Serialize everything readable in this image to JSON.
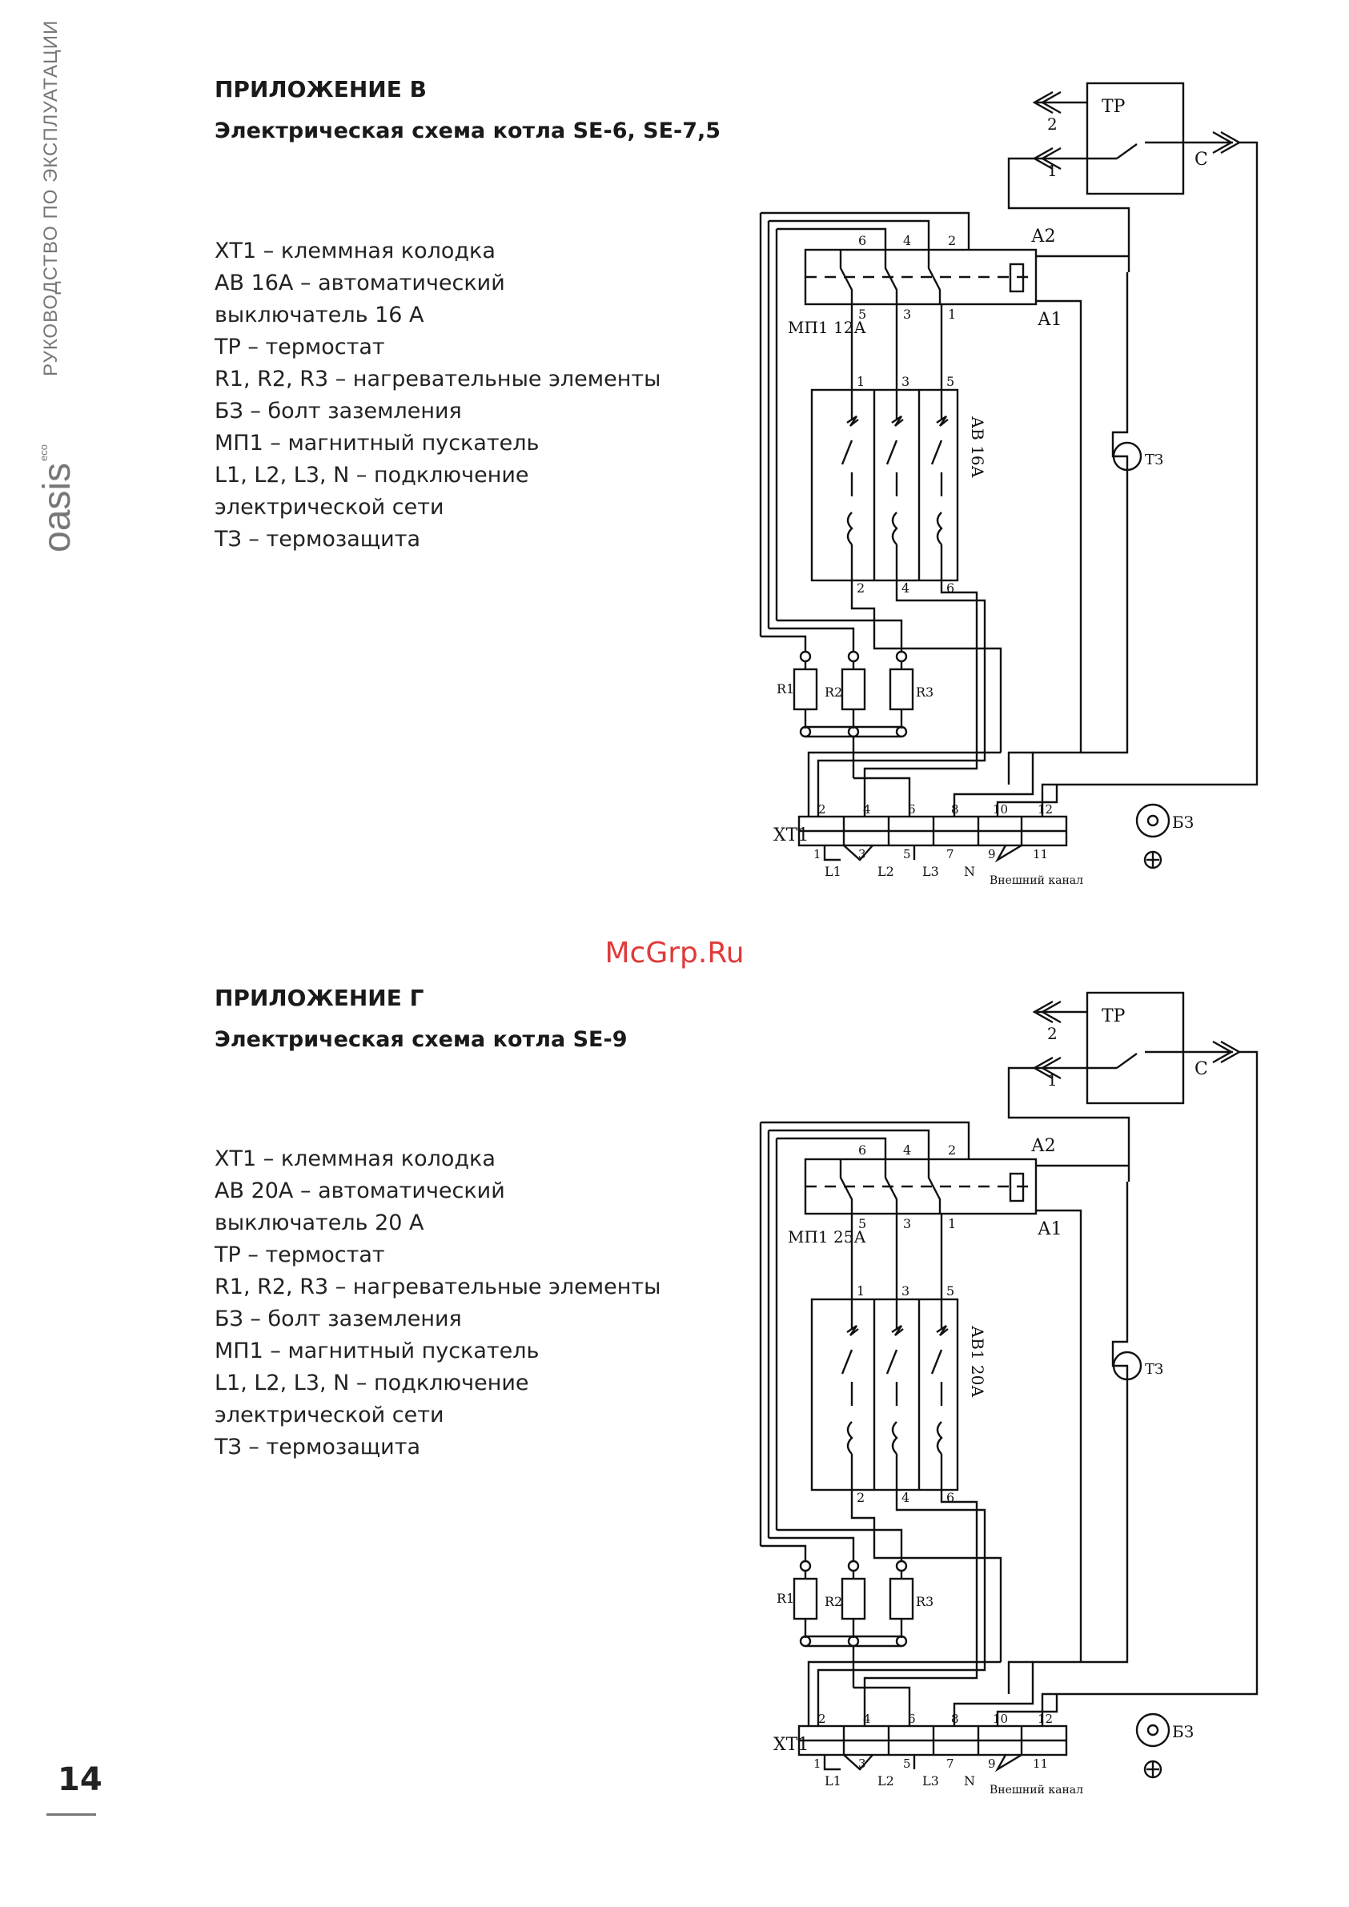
{
  "sidebar": {
    "manual_title": "РУКОВОДСТВО ПО ЭКСПЛУАТАЦИИ",
    "logo_text": "oasis",
    "logo_sup": "eco"
  },
  "page_number": "14",
  "watermark": "McGrp.Ru",
  "appendix_v": {
    "heading": "ПРИЛОЖЕНИЕ В",
    "subheading": "Электрическая схема котла SE-6, SE-7,5",
    "legend": [
      "ХТ1 – клеммная колодка",
      "АВ 16А – автоматический",
      "выключатель 16 А",
      "ТР – термостат",
      "R1, R2, R3 – нагревательные элементы",
      "БЗ – болт заземления",
      "МП1 – магнитный пускатель",
      "L1, L2, L3, N – подключение",
      "электрической сети",
      "ТЗ – термозащита"
    ],
    "diagram": {
      "tr": "ТР",
      "c": "С",
      "tr_1": "1",
      "tr_2": "2",
      "a1": "А1",
      "a2": "А2",
      "contactor": "МП1 12А",
      "breaker": "АВ 16А",
      "tz": "ТЗ",
      "r1": "R1",
      "r2": "R2",
      "r3": "R3",
      "xt1": "ХТ1",
      "bz": "БЗ",
      "top_nums": [
        "6",
        "4",
        "2"
      ],
      "bottom_nums": [
        "5",
        "3",
        "1"
      ],
      "brk_top": [
        "1",
        "3",
        "5"
      ],
      "brk_bot": [
        "2",
        "4",
        "6"
      ],
      "xt_top": [
        "2",
        "4",
        "6",
        "8",
        "10",
        "12"
      ],
      "xt_bot": [
        "1",
        "3",
        "5",
        "7",
        "9",
        "11"
      ],
      "phases": [
        "L1",
        "L2",
        "L3",
        "N"
      ],
      "channel": "Внешний канал"
    }
  },
  "appendix_g": {
    "heading": "ПРИЛОЖЕНИЕ Г",
    "subheading": "Электрическая схема котла SE-9",
    "legend": [
      "ХТ1 – клеммная колодка",
      "АВ 20А – автоматический",
      "выключатель 20 А",
      "ТР – термостат",
      "R1, R2, R3 – нагревательные элементы",
      "БЗ – болт заземления",
      "МП1 – магнитный пускатель",
      "L1, L2, L3, N – подключение",
      "электрической сети",
      "ТЗ – термозащита"
    ],
    "diagram": {
      "tr": "ТР",
      "c": "С",
      "tr_1": "1",
      "tr_2": "2",
      "a1": "А1",
      "a2": "А2",
      "contactor": "МП1 25А",
      "breaker": "АВ1 20А",
      "tz": "ТЗ",
      "r1": "R1",
      "r2": "R2",
      "r3": "R3",
      "xt1": "ХТ1",
      "bz": "БЗ",
      "top_nums": [
        "6",
        "4",
        "2"
      ],
      "bottom_nums": [
        "5",
        "3",
        "1"
      ],
      "brk_top": [
        "1",
        "3",
        "5"
      ],
      "brk_bot": [
        "2",
        "4",
        "6"
      ],
      "xt_top": [
        "2",
        "4",
        "6",
        "8",
        "10",
        "12"
      ],
      "xt_bot": [
        "1",
        "3",
        "5",
        "7",
        "9",
        "11"
      ],
      "phases": [
        "L1",
        "L2",
        "L3",
        "N"
      ],
      "channel": "Внешний канал"
    }
  }
}
